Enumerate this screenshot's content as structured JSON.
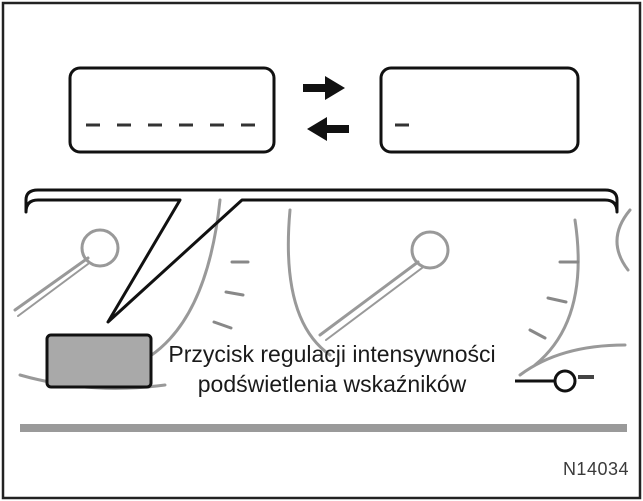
{
  "caption": {
    "line1": "Przycisk regulacji intensywności",
    "line2": "podświetlenia wskaźników"
  },
  "figure_code": "N14034",
  "display_left": {
    "text": "------"
  },
  "display_right": {
    "text": "-"
  }
}
